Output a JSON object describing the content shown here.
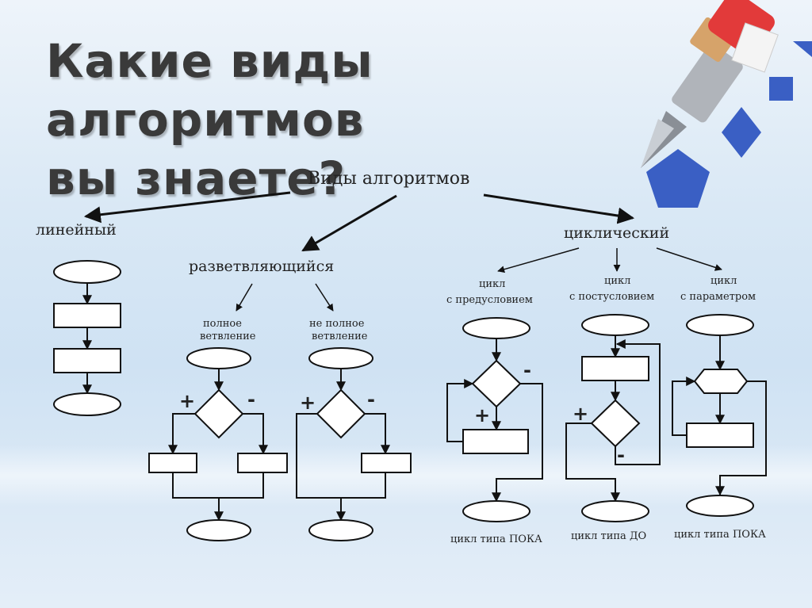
{
  "title": {
    "line1": "Какие виды алгоритмов",
    "line2": "вы знаете?"
  },
  "diagram": {
    "root": "Виды алгоритмов",
    "linear": "линейный",
    "branching": "разветвляющийся",
    "cyclic": "циклический",
    "full_branch": [
      "полное",
      "ветвление"
    ],
    "incomplete_branch": [
      "не полное",
      "ветвление"
    ],
    "cycle_pre": [
      "цикл",
      "с предусловием"
    ],
    "cycle_post": [
      "цикл",
      "с постусловием"
    ],
    "cycle_param": [
      "цикл",
      "с параметром"
    ],
    "caption_pre": "цикл типа ПОКА",
    "caption_post": "цикл типа ДО",
    "caption_param": "цикл типа ПОКА",
    "plus": "+",
    "minus": "-"
  },
  "decor": {
    "shape_color": "#3a5fc4",
    "pen_color": "#e23a3a"
  }
}
